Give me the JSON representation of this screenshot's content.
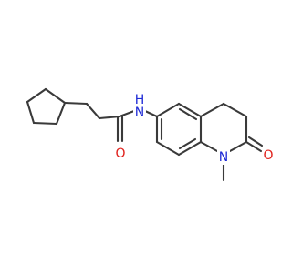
{
  "molecule": {
    "atoms": {
      "nitrogen_amide": {
        "label": "N",
        "sub": "H",
        "color": "#1f2bd6"
      },
      "oxygen_amide": {
        "label": "O",
        "color": "#e0201b"
      },
      "nitrogen_ring": {
        "label": "N",
        "color": "#1f2bd6"
      },
      "oxygen_lactam": {
        "label": "O",
        "color": "#e0201b"
      }
    },
    "bond_color": "#3a3a3a"
  }
}
